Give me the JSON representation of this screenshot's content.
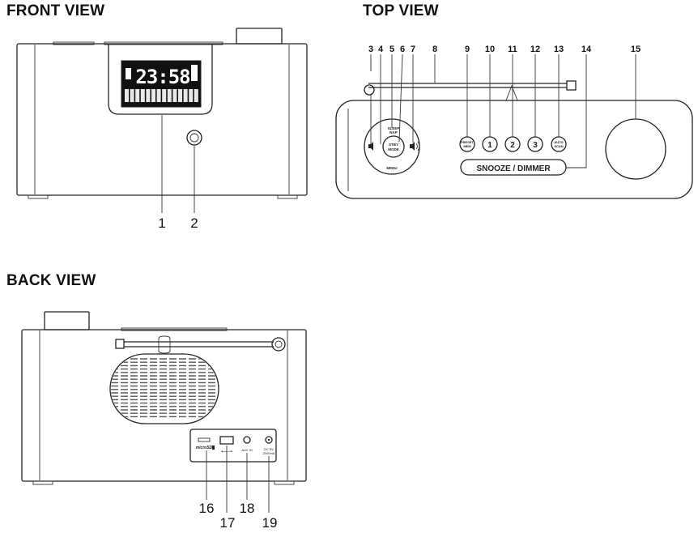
{
  "titles": {
    "front": "FRONT VIEW",
    "top": "TOP VIEW",
    "back": "BACK VIEW"
  },
  "front": {
    "lcd_time": "23:58",
    "callouts": [
      "1",
      "2"
    ]
  },
  "top": {
    "callouts": [
      "3",
      "4",
      "5",
      "6",
      "7",
      "8",
      "9",
      "10",
      "11",
      "12",
      "13",
      "14",
      "15"
    ],
    "buttons": {
      "sleep": "SLEEP",
      "nap": "NAP",
      "standby": "STBY",
      "mode": "MODE",
      "menu": "MENU",
      "preset": "PRESET",
      "preset_sub": "MEM",
      "p1": "1",
      "p2": "2",
      "p3": "3",
      "auto": "AUTO",
      "auto_sub": "SCAN",
      "snooze": "SNOOZE / DIMMER"
    }
  },
  "back": {
    "callouts": [
      "16",
      "17",
      "18",
      "19"
    ],
    "ports": {
      "microsd": "microSD",
      "usb": "USB",
      "aux": "AUX IN",
      "dc": "DC 5V",
      "dc_sub": "2000mA"
    }
  }
}
